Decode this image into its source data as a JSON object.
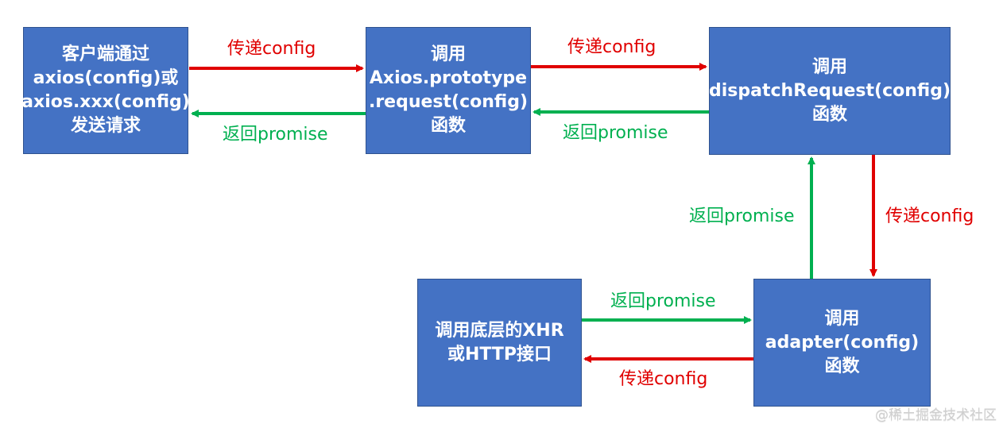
{
  "boxes": {
    "client": {
      "line1": "客户端通过",
      "line2": "axios(config)或",
      "line3": "axios.xxx(config)",
      "line4": "发送请求"
    },
    "request": {
      "line1": "调用",
      "line2": "Axios.prototype",
      "line3": ".request(config)",
      "line4": "函数"
    },
    "dispatch": {
      "line1": "调用",
      "line2": "dispatchRequest(config)",
      "line3": "函数"
    },
    "adapter": {
      "line1": "调用",
      "line2": "adapter(config)",
      "line3": "函数"
    },
    "xhr": {
      "line1": "调用底层的XHR",
      "line2": "或HTTP接口"
    }
  },
  "labels": {
    "pass_config": "传递config",
    "return_promise": "返回promise"
  },
  "colors": {
    "box_fill": "#4472c4",
    "pass_arrow": "#e00000",
    "return_arrow": "#00b050"
  },
  "watermark": "@稀土掘金技术社区"
}
